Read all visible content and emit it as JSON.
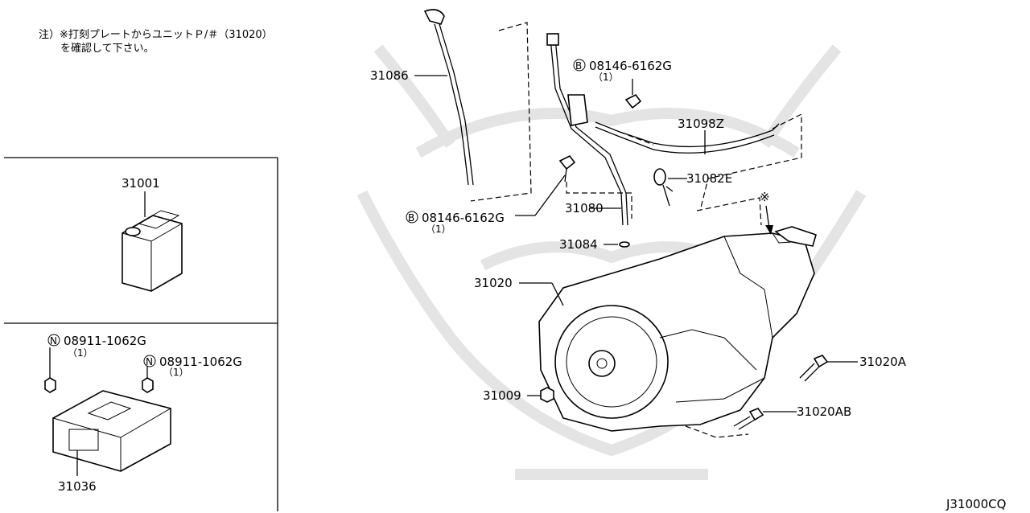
{
  "note": {
    "line1": "注）※打刻プレートからユニットＰ/＃（31020）",
    "line2": "を確認して下さい。"
  },
  "parts": {
    "p31001": "31001",
    "p31036": "31036",
    "p31086": "31086",
    "p31098z": "31098Z",
    "p31082e": "31082E",
    "p31080": "31080",
    "p31084": "31084",
    "p31020": "31020",
    "p31009": "31009",
    "p31020a": "31020A",
    "p31020ab": "31020AB"
  },
  "bolts": {
    "b_top": {
      "prefix": "B",
      "number": "08146-6162G",
      "qty": "（1）"
    },
    "b_left": {
      "prefix": "B",
      "number": "08146-6162G",
      "qty": "（1）"
    }
  },
  "nuts": {
    "n1": {
      "prefix": "N",
      "number": "08911-1062G",
      "qty": "（1）"
    },
    "n2": {
      "prefix": "N",
      "number": "08911-1062G",
      "qty": "（1）"
    }
  },
  "marker": "※",
  "diagram_code": "J31000CQ"
}
